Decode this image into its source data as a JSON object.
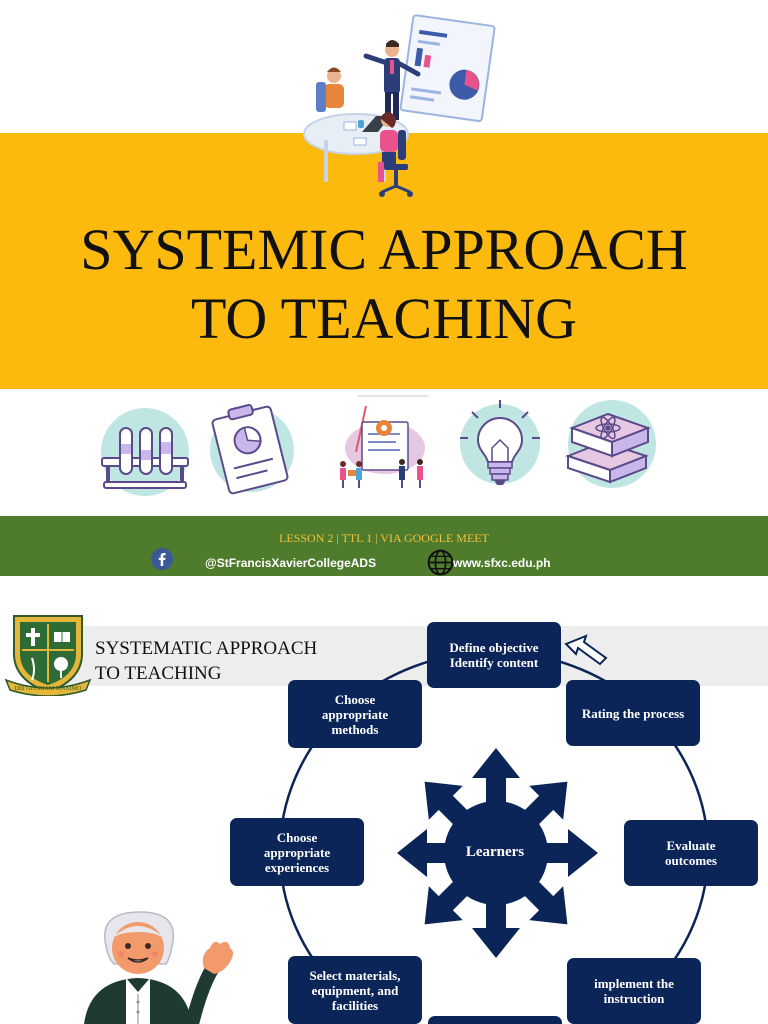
{
  "slide1": {
    "title_line_1": "SYSTEMIC APPROACH",
    "title_line_2": "TO TEACHING",
    "lesson_line": "LESSON 2 | TTL 1 | VIA GOOGLE MEET",
    "facebook_handle": "@StFrancisXavierCollegeADS",
    "website": "www.sfxc.edu.ph",
    "icons": [
      "test-tubes-icon",
      "clipboard-chart-icon",
      "team-presentation-icon",
      "lightbulb-icon",
      "books-atom-icon"
    ],
    "colors": {
      "title_band": "#FDBA0E",
      "footer_band": "#4F7B2D",
      "lesson_text": "#F3C23A"
    }
  },
  "slide2": {
    "title_line_1": "SYSTEMATIC APPROACH",
    "title_line_2": "TO TEACHING",
    "crest_motto": "DEI GLORIAM MAXIMO",
    "center_label": "Learners",
    "steps": {
      "define": [
        "Define objective",
        "Identify content"
      ],
      "rating": [
        "Rating the process"
      ],
      "evaluate": [
        "Evaluate",
        "outcomes"
      ],
      "implement": [
        "implement the",
        "instruction"
      ],
      "select": [
        "Select materials,",
        "equipment, and",
        "facilities"
      ],
      "experiences": [
        "Choose",
        "appropriate",
        "experiences"
      ],
      "methods": [
        "Choose",
        "appropriate",
        "methods"
      ]
    },
    "colors": {
      "step_box": "#0B2559",
      "cycle_line": "#0B2559",
      "header_strip": "#EDEDED"
    }
  }
}
